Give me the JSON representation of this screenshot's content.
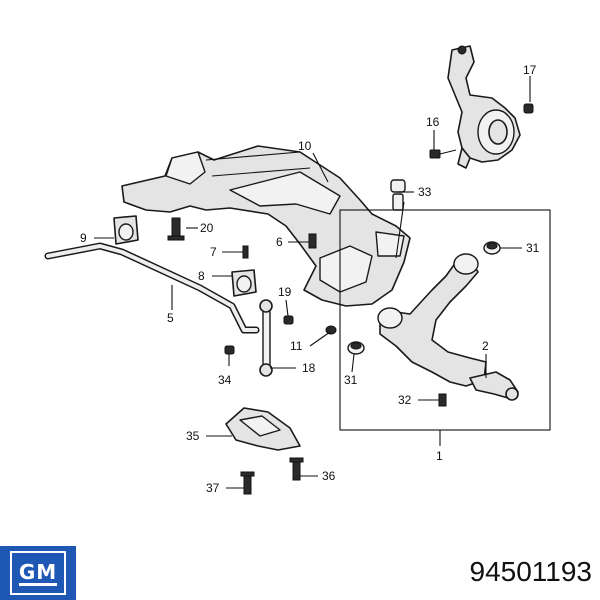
{
  "callouts": {
    "c1": "1",
    "c2": "2",
    "c5": "5",
    "c6": "6",
    "c7": "7",
    "c8": "8",
    "c9": "9",
    "c10": "10",
    "c11": "11",
    "c16": "16",
    "c17": "17",
    "c18": "18",
    "c19": "19",
    "c20": "20",
    "c31a": "31",
    "c31b": "31",
    "c32": "32",
    "c33": "33",
    "c34": "34",
    "c35": "35",
    "c36": "36",
    "c37": "37"
  },
  "logo": {
    "text": "GM"
  },
  "part_number": "94501193",
  "colors": {
    "logo_bg": "#1f57b5"
  }
}
